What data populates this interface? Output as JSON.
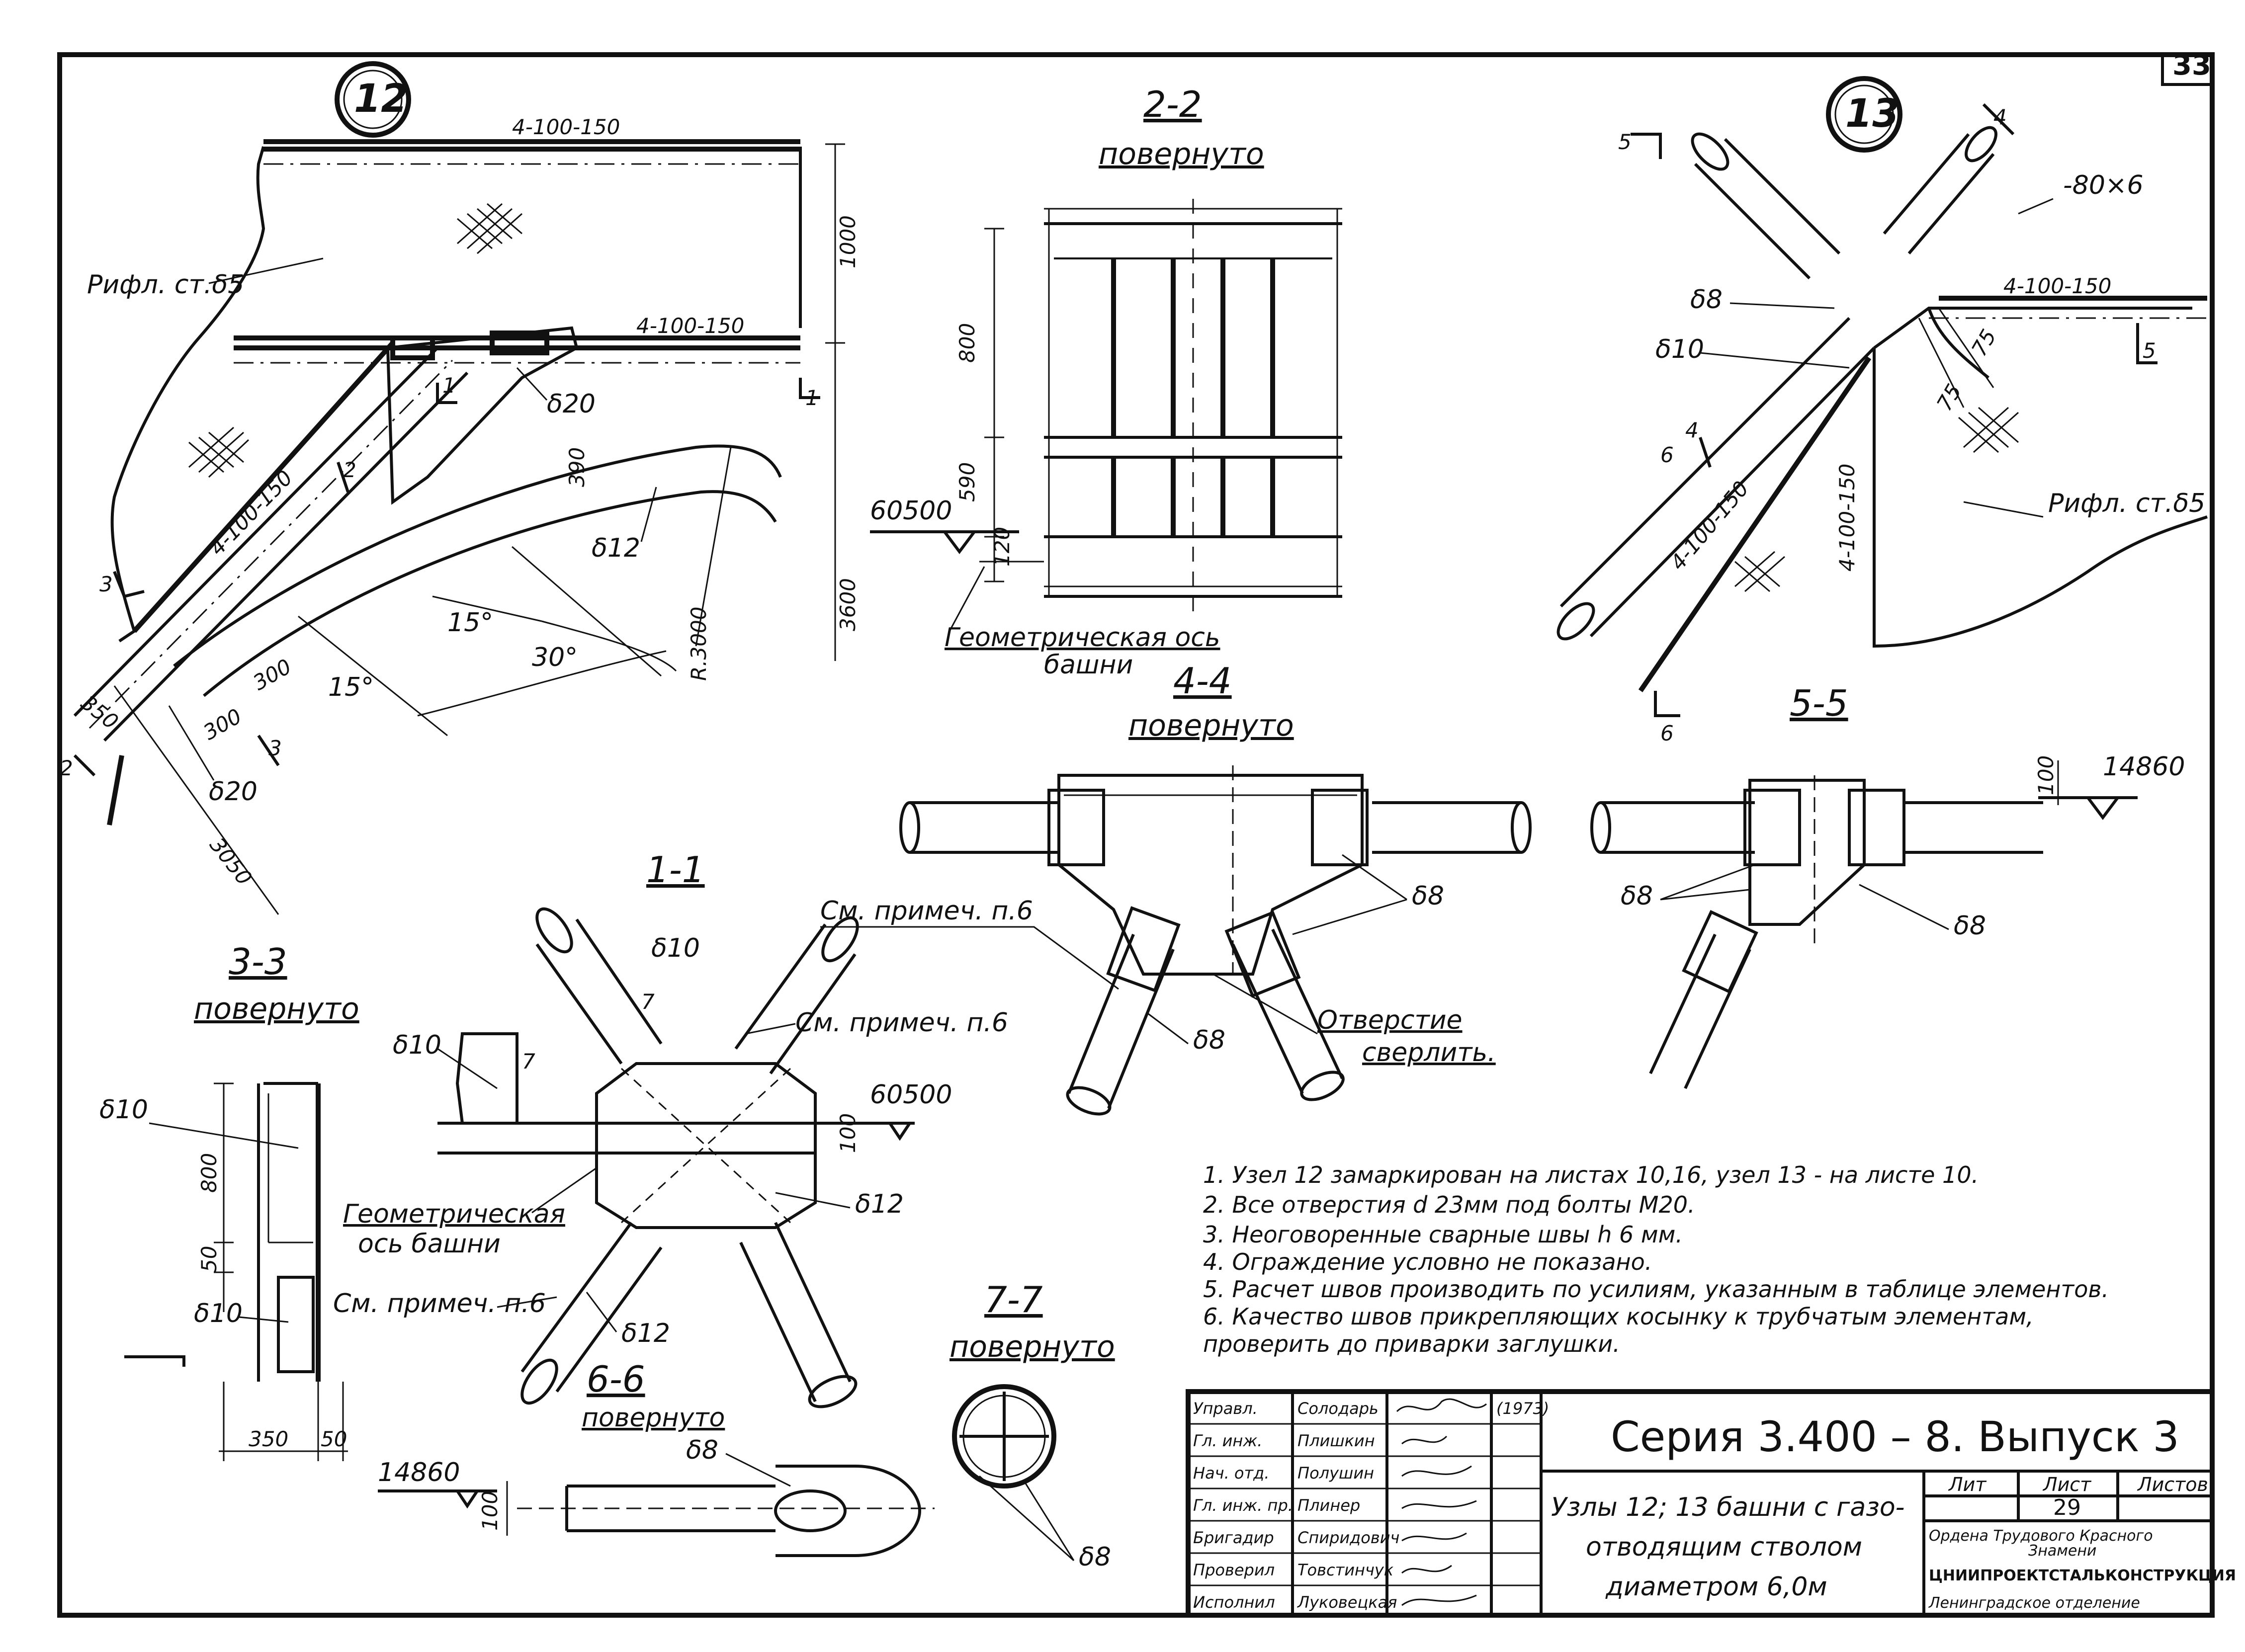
{
  "sheet": {
    "sheet_number": "33",
    "node_12": "12",
    "node_13": "13"
  },
  "detail12": {
    "plate_top": "4-100-150",
    "plate_mid": "4-100-150",
    "plate_diag": "4-100-150",
    "ribbed_plate": "Рифл. ст.δ5",
    "dim_1000": "1000",
    "dim_3600": "3600",
    "dim_390": "390",
    "dim_350": "350",
    "dim_300a": "300",
    "dim_300b": "300",
    "dim_3050": "3050",
    "radius": "R.3000",
    "angle_15a": "15°",
    "angle_15b": "15°",
    "angle_30": "30°",
    "thk_20a": "δ20",
    "thk_20b": "δ20",
    "thk_12": "δ12",
    "cut_1": "1",
    "cut_1b": "1",
    "cut_2": "2",
    "cut_2b": "2",
    "cut_3": "3",
    "cut_3b": "3"
  },
  "section22": {
    "title": "2-2",
    "subtitle": "повернуто",
    "dim_800": "800",
    "dim_590": "590",
    "dim_120": "120",
    "level": "60500",
    "axis_label_1": "Геометрическая ось",
    "axis_label_2": "башни"
  },
  "detail13": {
    "plate_top": "4-100-150",
    "plate_left": "4-100-150",
    "plate_right": "4-100-150",
    "strip": "-80×6",
    "ribbed_plate": "Рифл. ст.δ5",
    "thk_8": "δ8",
    "thk_10": "δ10",
    "dim_75a": "75",
    "dim_75b": "75",
    "cut_4": "4",
    "cut_4b": "4",
    "cut_5": "5",
    "cut_5b": "5",
    "cut_6": "6",
    "cut_6b": "6"
  },
  "section44": {
    "title": "4-4",
    "subtitle": "повернуто",
    "note_ref": "См. примеч. п.6",
    "thk_8a": "δ8",
    "thk_8b": "δ8",
    "hole_1": "Отверстие",
    "hole_2": "сверлить."
  },
  "section55": {
    "title": "5-5",
    "level": "14860",
    "dim_100": "100",
    "thk_8a": "δ8",
    "thk_8b": "δ8"
  },
  "section11": {
    "title": "1-1",
    "thk_10a": "δ10",
    "thk_10b": "δ10",
    "thk_12a": "δ12",
    "thk_12b": "δ12",
    "note_ref_a": "См. примеч. п.6",
    "note_ref_b": "См. примеч. п.6",
    "level": "60500",
    "dim_100": "100",
    "dim_7": "7",
    "dim_7b": "7",
    "axis_1": "Геометрическая",
    "axis_2": "ось башни"
  },
  "section33": {
    "title": "3-3",
    "subtitle": "повернуто",
    "thk_10a": "δ10",
    "thk_10b": "δ10",
    "dim_800": "800",
    "dim_50": "50",
    "dim_350": "350",
    "dim_50b": "50"
  },
  "section66": {
    "title": "6-6",
    "subtitle": "повернуто",
    "level": "14860",
    "dim_100": "100",
    "thk_8": "δ8"
  },
  "section77": {
    "title": "7-7",
    "subtitle": "повернуто",
    "thk_8": "δ8"
  },
  "notes": [
    "1.  Узел 12 замаркирован на листах 10,16, узел 13 - на листе 10.",
    "2.  Все отверстия d 23мм под болты М20.",
    "3.  Неоговоренные сварные швы h 6 мм.",
    "4.  Ограждение условно не показано.",
    "5.  Расчет швов производить по усилиям, указанным в таблице элементов.",
    "6.  Качество швов прикрепляющих косынку к трубчатым элементам,",
    "     проверить до приварки заглушки."
  ],
  "title_block": {
    "roles": [
      {
        "role": "Управл.",
        "name": "Солодарь"
      },
      {
        "role": "Гл. инж.",
        "name": "Плишкин"
      },
      {
        "role": "Нач. отд.",
        "name": "Полушин"
      },
      {
        "role": "Гл. инж. пр.",
        "name": "Плинер"
      },
      {
        "role": "Бригадир",
        "name": "Спиридович"
      },
      {
        "role": "Проверил",
        "name": "Товстинчук"
      },
      {
        "role": "Исполнил",
        "name": "Луковецкая"
      }
    ],
    "date": "(1973)",
    "series": "Серия  3.400 – 8.  Выпуск 3",
    "description_1": "Узлы 12; 13 башни с газо-",
    "description_2": "отводящим стволом",
    "description_3": "диаметром 6,0м",
    "col_lit": "Лит",
    "col_sheet": "Лист",
    "col_sheets": "Листов",
    "sheet_value": "29",
    "org_1": "Ордена Трудового Красного",
    "org_2": "Знамени",
    "org_3": "ЦНИИПРОЕКТСТАЛЬКОНСТРУКЦИЯ",
    "org_4": "Ленинградское отделение"
  }
}
